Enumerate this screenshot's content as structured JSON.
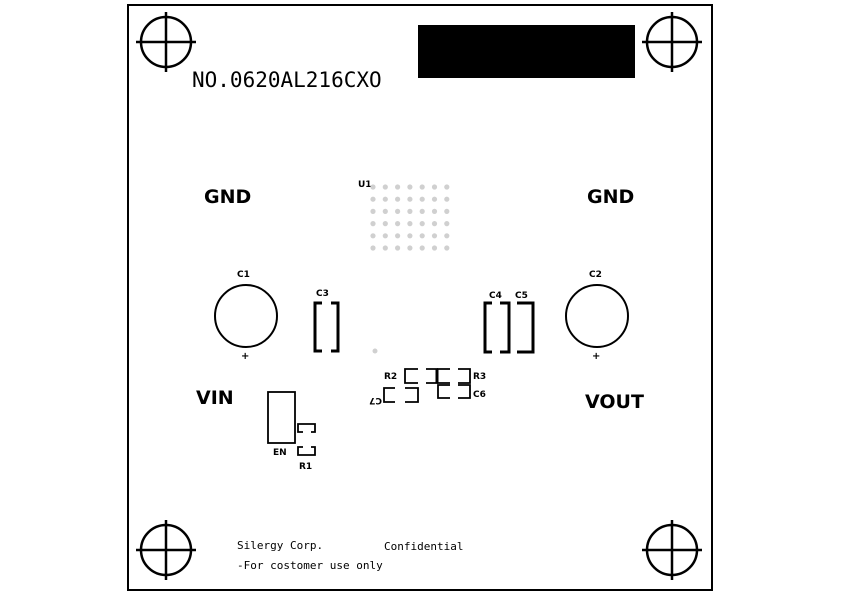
{
  "board": {
    "part_number": "NO.0620AL216CXO",
    "net_labels": {
      "gnd_left": "GND",
      "gnd_right": "GND",
      "vin": "VIN",
      "vout": "VOUT"
    },
    "components": {
      "u1": "U1",
      "c1": "C1",
      "c2": "C2",
      "c3": "C3",
      "c4": "C4",
      "c5": "C5",
      "c6": "C6",
      "c7": "C7",
      "r1": "R1",
      "r2": "R2",
      "r3": "R3",
      "en": "EN"
    },
    "polarity_mark": "+",
    "footer": {
      "company": "Silergy Corp.",
      "confidential": "Confidential",
      "usage_note": "-For costomer use only"
    },
    "colors": {
      "silkscreen": "#000000",
      "pad": "#d0d0d0"
    }
  }
}
